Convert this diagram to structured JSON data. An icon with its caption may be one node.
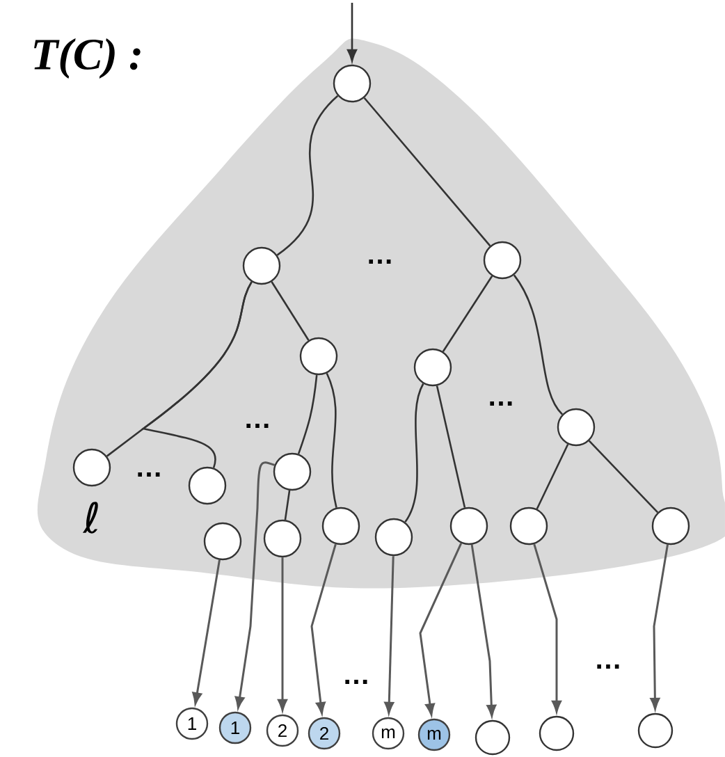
{
  "diagram": {
    "title": "T(C) :",
    "nodes": [
      {
        "text": [],
        "shape": "circle"
      },
      {
        "text": [],
        "shape": "circle"
      },
      {
        "text": [],
        "shape": "circle"
      },
      {
        "text": [],
        "shape": "circle"
      },
      {
        "text": [],
        "shape": "circle"
      },
      {
        "text": [],
        "shape": "circle",
        "beside": [
          "ℓ"
        ]
      },
      {
        "text": [],
        "shape": "circle"
      },
      {
        "text": [],
        "shape": "circle"
      },
      {
        "text": [],
        "shape": "circle"
      },
      {
        "text": [],
        "shape": "circle"
      },
      {
        "text": [],
        "shape": "circle"
      },
      {
        "text": [],
        "shape": "circle"
      },
      {
        "text": [],
        "shape": "circle"
      },
      {
        "text": [],
        "shape": "circle"
      },
      {
        "text": [],
        "shape": "circle"
      },
      {
        "text": [],
        "shape": "circle"
      },
      {
        "text": [
          "1"
        ]
      },
      {
        "text": [
          "1"
        ]
      },
      {
        "text": [
          "2"
        ]
      },
      {
        "text": [
          "2"
        ]
      },
      {
        "text": [
          "m"
        ]
      },
      {
        "text": [
          "m"
        ]
      },
      {
        "text": [],
        "shape": "circle"
      },
      {
        "text": [],
        "shape": "circle"
      },
      {
        "text": [],
        "shape": "circle"
      }
    ],
    "edges": [
      {
        "from": null,
        "to": 0,
        "arrow": "to"
      },
      {
        "from": 0,
        "to": 1,
        "arrow": "none"
      },
      {
        "from": 0,
        "to": 2,
        "arrow": "none"
      },
      {
        "from": 1,
        "to": 3,
        "arrow": "none"
      },
      {
        "from": 1,
        "to": 5,
        "arrow": "none"
      },
      {
        "from": 1,
        "to": 6,
        "arrow": "none"
      },
      {
        "from": 3,
        "to": 7,
        "arrow": "none"
      },
      {
        "from": 3,
        "to": 10,
        "arrow": "none"
      },
      {
        "from": 7,
        "to": 9,
        "arrow": "none"
      },
      {
        "from": 2,
        "to": 4,
        "arrow": "none"
      },
      {
        "from": 2,
        "to": 13,
        "arrow": "none"
      },
      {
        "from": 4,
        "to": 11,
        "arrow": "none"
      },
      {
        "from": 4,
        "to": 12,
        "arrow": "none"
      },
      {
        "from": 13,
        "to": 14,
        "arrow": "none"
      },
      {
        "from": 13,
        "to": 15,
        "arrow": "none"
      },
      {
        "from": 8,
        "to": 16,
        "arrow": "to",
        "color": "#595959"
      },
      {
        "from": 7,
        "to": 17,
        "arrow": "to",
        "color": "#595959"
      },
      {
        "from": 9,
        "to": 18,
        "arrow": "to",
        "color": "#595959"
      },
      {
        "from": 10,
        "to": 19,
        "arrow": "to",
        "color": "#595959"
      },
      {
        "from": 11,
        "to": 20,
        "arrow": "to",
        "color": "#595959"
      },
      {
        "from": 12,
        "to": 21,
        "arrow": "to",
        "color": "#595959"
      },
      {
        "from": 12,
        "to": 22,
        "arrow": "to",
        "color": "#595959"
      },
      {
        "from": 14,
        "to": 23,
        "arrow": "to",
        "color": "#595959"
      },
      {
        "from": 15,
        "to": 24,
        "arrow": "to",
        "color": "#595959"
      }
    ],
    "labels": [
      "…",
      "…",
      "…",
      "…",
      "…",
      "…"
    ]
  }
}
